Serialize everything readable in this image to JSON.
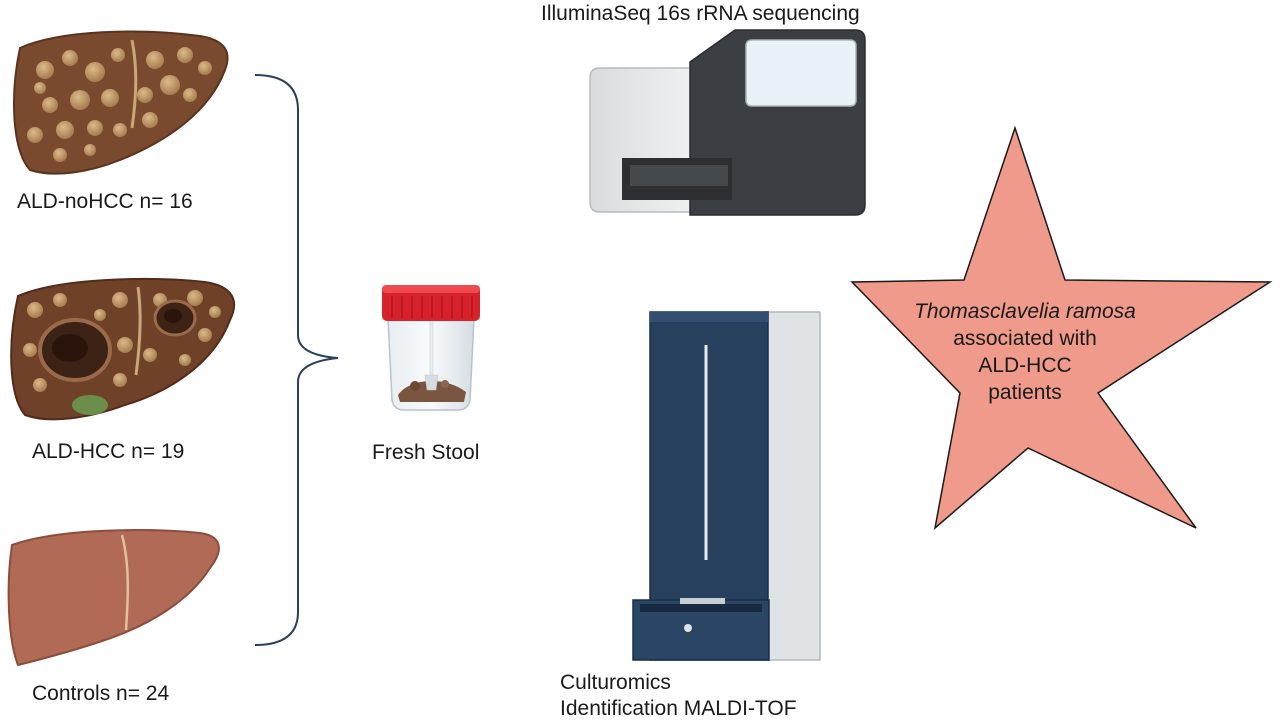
{
  "groups": [
    {
      "label": "ALD-noHCC n= 16"
    },
    {
      "label": "ALD-HCC n= 19"
    },
    {
      "label": "Controls n= 24"
    }
  ],
  "sample": {
    "label": "Fresh Stool"
  },
  "methods": {
    "sequencing": "IlluminaSeq 16s rRNA sequencing",
    "culturomics_line1": "Culturomics",
    "culturomics_line2": "Identification MALDI-TOF"
  },
  "finding": {
    "species": "Thomasclavelia ramosa",
    "line2": "associated with",
    "line3": "ALD-HCC",
    "line4": "patients"
  },
  "colors": {
    "liver_diseased": "#7a4a2e",
    "liver_healthy": "#b06a55",
    "bracket": "#2a3f5c",
    "star_fill": "#ef9a8a",
    "maldi_body": "#26405e",
    "cap_red": "#d8222b"
  }
}
